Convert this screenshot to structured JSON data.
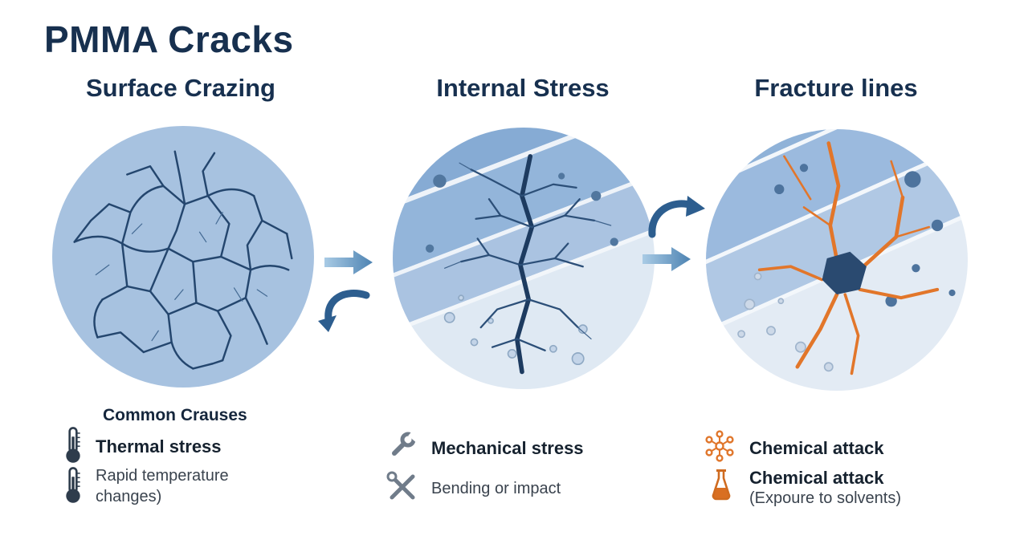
{
  "title": "PMMA Cracks",
  "stages": [
    {
      "label": "Surface Crazing"
    },
    {
      "label": "Internal Stress"
    },
    {
      "label": "Fracture lines"
    }
  ],
  "causes": {
    "title": "Common Crauses",
    "items": [
      {
        "icon": "thermometer-icon",
        "label": "Thermal stress",
        "style": "bold"
      },
      {
        "icon": "thermometer-icon",
        "label": "Rapid temperature changes)",
        "style": "regular"
      },
      {
        "icon": "wrench-icon",
        "label": "Mechanical stress",
        "style": "bold"
      },
      {
        "icon": "crossed-tools-icon",
        "label": "Bending or impact",
        "style": "regular"
      },
      {
        "icon": "molecule-icon",
        "label": "Chemical attack",
        "style": "bold"
      },
      {
        "icon": "flask-icon",
        "label": "Chemical attack",
        "sublabel": "(Expoure to solvents)",
        "style": "bold"
      }
    ]
  },
  "colors": {
    "heading": "#17304f",
    "body_text": "#3a434e",
    "circle_fill": "#a7c2e0",
    "crack_dark": "#24466e",
    "fracture_orange": "#e2762a",
    "arrow_blue": "#2d5e8f"
  }
}
